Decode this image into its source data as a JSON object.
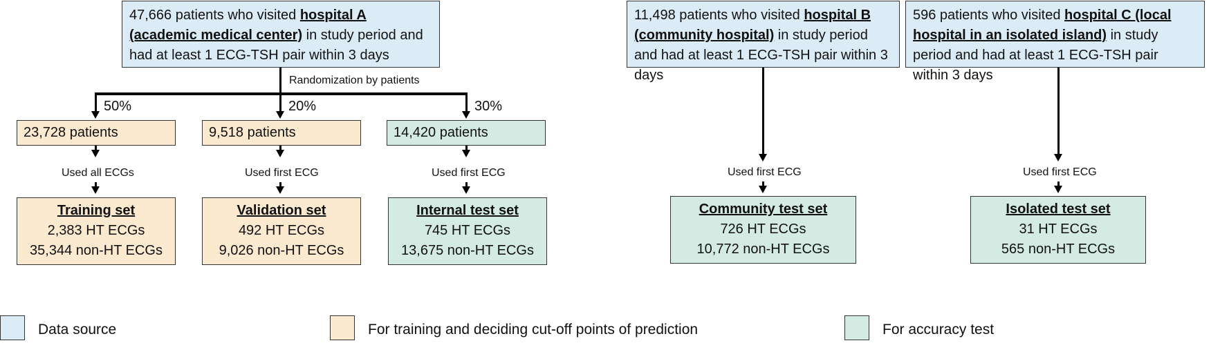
{
  "sources": {
    "a": {
      "pre": "47,666 patients who visited ",
      "bold": "hospital A (academic medical center)",
      "post": " in study period and had at least 1 ECG-TSH pair within 3 days"
    },
    "b": {
      "pre": "11,498 patients who visited ",
      "bold": "hospital B (community hospital)",
      "post": " in study period and had at least 1 ECG-TSH pair within 3 days"
    },
    "c": {
      "pre": "596 patients who visited ",
      "bold": "hospital C (local hospital in an isolated island)",
      "post": " in study period and had at least 1 ECG-TSH pair within 3 days"
    }
  },
  "randomization_label": "Randomization by patients",
  "splits": [
    {
      "pct": "50%",
      "patients": "23,728 patients",
      "step": "Used all ECGs",
      "set_title": "Training set",
      "ht": "2,383 HT ECGs",
      "nonht": "35,344 non-HT ECGs"
    },
    {
      "pct": "20%",
      "patients": "9,518 patients",
      "step": "Used first ECG",
      "set_title": "Validation set",
      "ht": "492 HT ECGs",
      "nonht": "9,026 non-HT ECGs"
    },
    {
      "pct": "30%",
      "patients": "14,420 patients",
      "step": "Used first ECG",
      "set_title": "Internal test set",
      "ht": "745 HT ECGs",
      "nonht": "13,675 non-HT ECGs"
    }
  ],
  "external": [
    {
      "step": "Used first ECG",
      "set_title": "Community test set",
      "ht": "726 HT ECGs",
      "nonht": "10,772 non-HT ECGs"
    },
    {
      "step": "Used first ECG",
      "set_title": "Isolated test set",
      "ht": "31 HT ECGs",
      "nonht": "565 non-HT ECGs"
    }
  ],
  "legend": [
    {
      "label": "Data source",
      "color": "#dcecf7"
    },
    {
      "label": "For training and deciding cut-off points of prediction",
      "color": "#fbe9d0"
    },
    {
      "label": "For accuracy test",
      "color": "#d3ebe2"
    }
  ]
}
